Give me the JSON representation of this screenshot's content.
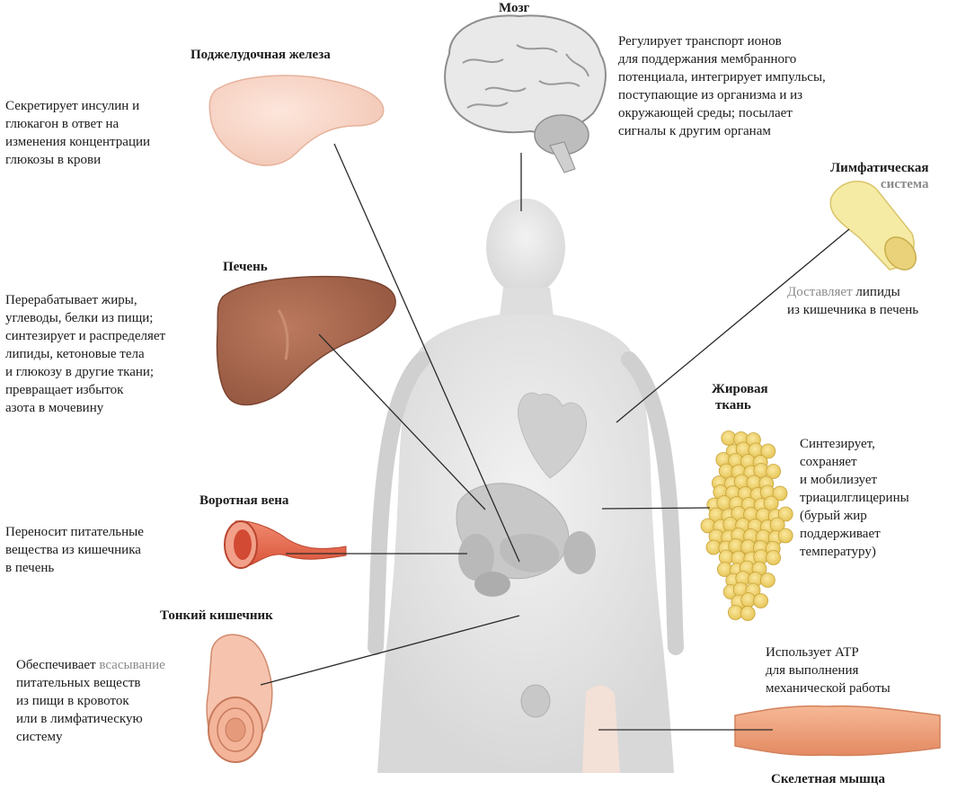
{
  "organs": {
    "brain": {
      "title": "Мозг",
      "desc": "Регулирует транспорт ионов\nдля поддержания мембранного\nпотенциала, интегрирует импульсы,\nпоступающие из организма и из\nокружающей среды; посылает\nсигналы к другим органам"
    },
    "pancreas": {
      "title": "Поджелудочная железа",
      "desc": "Секретирует инсулин и\nглюкагон в ответ на\nизменения концентрации\nглюкозы в крови"
    },
    "lymph": {
      "title_a": "Лимфатическая",
      "title_b": "система",
      "desc_a": "Доставляет",
      "desc_b": " липиды\nиз кишечника в печень"
    },
    "liver": {
      "title": "Печень",
      "desc": "Перерабатывает жиры,\nуглеводы, белки из пищи;\nсинтезирует и распределяет\nлипиды, кетоновые тела\nи глюкозу в другие ткани;\nпревращает избыток\nазота в мочевину"
    },
    "adipose": {
      "title_a": "Жировая",
      "title_b": "ткань",
      "desc": "Синтезирует,\nсохраняет\nи мобилизует\nтриацилглицерины\n(бурый жир\nподдерживает\nтемпературу)"
    },
    "portal": {
      "title": "Воротная вена",
      "desc": "Переносит питательные\nвещества из кишечника\nв печень"
    },
    "intestine": {
      "title": "Тонкий кишечник",
      "desc_a": "Обеспечивает ",
      "desc_b": "всасывание",
      "desc_c": "\nпитательных веществ\nиз пищи в кровоток\nили в лимфатическую\nсистему"
    },
    "muscle": {
      "title": "Скелетная мышца",
      "desc": "Использует ATP\nдля выполнения\nмеханической работы"
    }
  },
  "colors": {
    "body": "#e6e6e6",
    "pancreas": "#f8d6c8",
    "liver": "#a8674f",
    "fat": "#f0d56e",
    "vein": "#e86a4f",
    "muscle": "#f0a07a",
    "lymph": "#f6eba4"
  }
}
